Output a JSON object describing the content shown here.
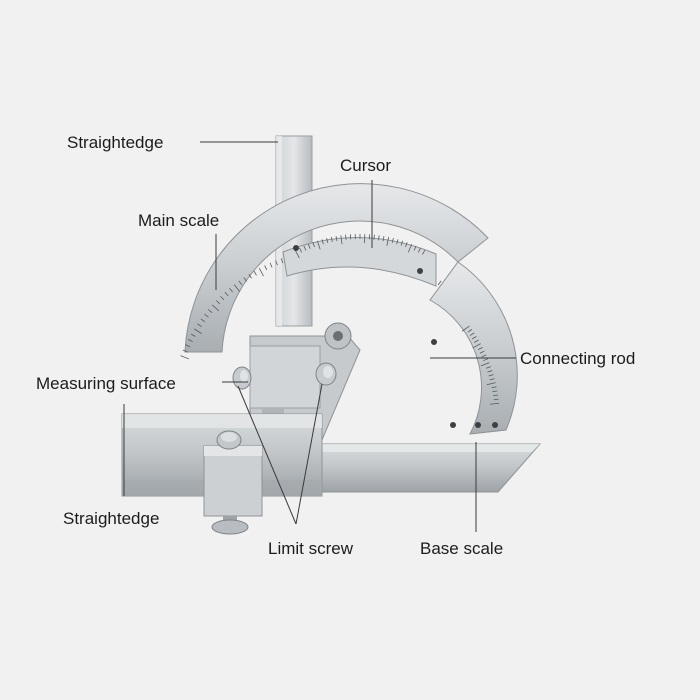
{
  "diagram": {
    "labels": {
      "straightedge_top": "Straightedge",
      "cursor": "Cursor",
      "main_scale": "Main scale",
      "connecting_rod": "Connecting rod",
      "measuring_surface": "Measuring surface",
      "straightedge_bottom": "Straightedge",
      "limit_screw": "Limit screw",
      "base_scale": "Base scale"
    },
    "colors": {
      "background": "#f1f1f1",
      "metal_light": "#dcdfe1",
      "metal_mid": "#b9bdc1",
      "metal_dark": "#8e9397",
      "leader_line": "#3a3a3a",
      "label_text": "#1c1c1c"
    }
  }
}
